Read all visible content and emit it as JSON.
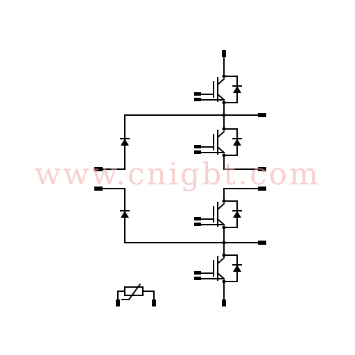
{
  "diagram": {
    "description_free": true,
    "wire_color": "#000000",
    "terminal_color": "#000000",
    "elements": {
      "igbt_count": 4,
      "diode_count": 2,
      "thermistor_count": 1
    }
  },
  "watermark": {
    "text": "www.cnigbt.com",
    "color": "#f0aaaa"
  }
}
